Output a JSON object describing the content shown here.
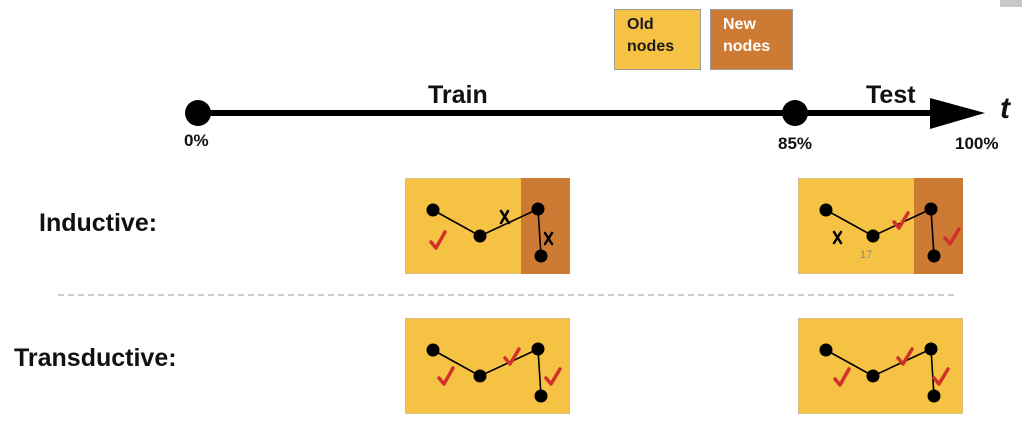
{
  "legend": {
    "old_line1": "Old",
    "old_line2": "nodes",
    "new_line1": "New",
    "new_line2": "nodes",
    "colors": {
      "old": "#f5c243",
      "new": "#cd7a34",
      "check": "#d2312a"
    }
  },
  "timeline": {
    "train_label": "Train",
    "test_label": "Test",
    "axis_label": "t",
    "ticks": [
      "0%",
      "85%",
      "100%"
    ]
  },
  "rows": {
    "inductive": "Inductive:",
    "transductive": "Transductive:"
  },
  "page_number": "17"
}
